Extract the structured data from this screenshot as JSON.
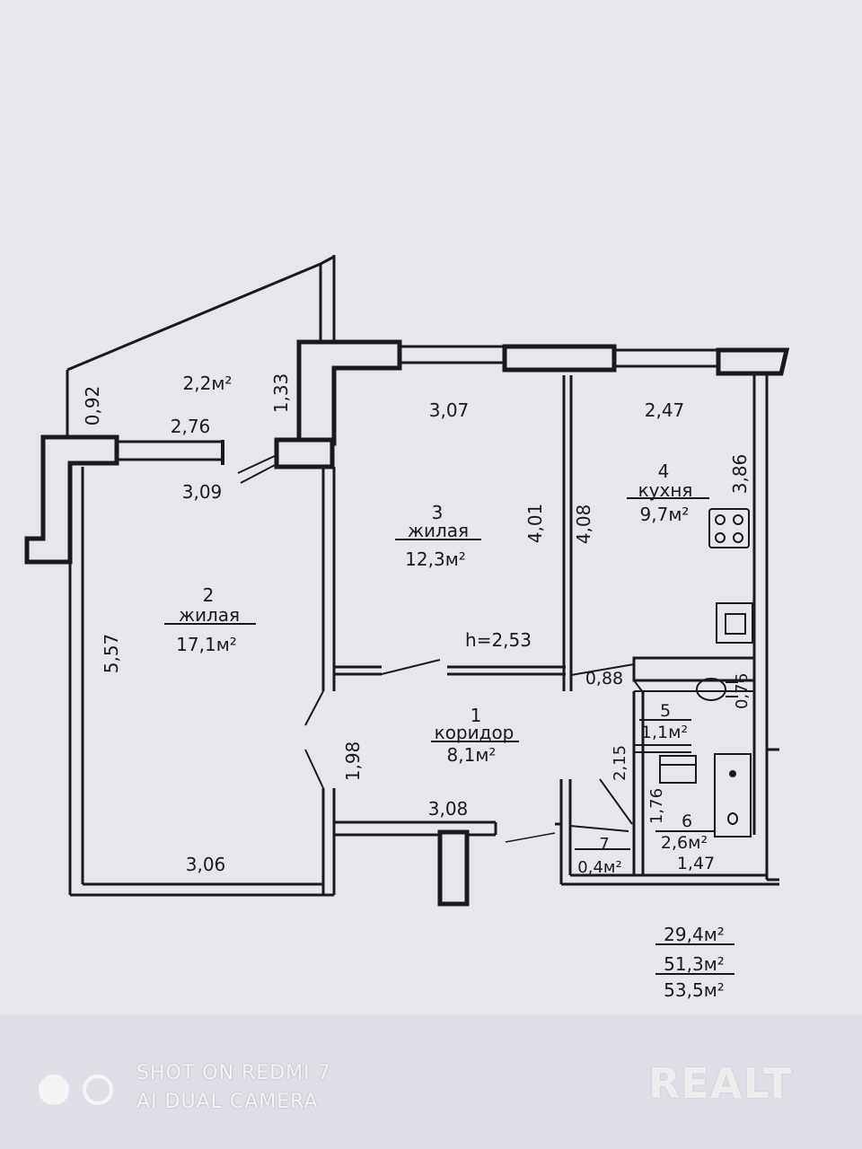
{
  "rooms": [
    {
      "num": "1",
      "name": "коридор",
      "area": "8,1м²"
    },
    {
      "num": "2",
      "name": "жилая",
      "area": "17,1м²"
    },
    {
      "num": "3",
      "name": "жилая",
      "area": "12,3м²"
    },
    {
      "num": "4",
      "name": "кухня",
      "area": "9,7м²"
    },
    {
      "num": "5",
      "area": "1,1м²"
    },
    {
      "num": "6",
      "area": "2,6м²"
    },
    {
      "num": "7",
      "area": "0,4м²"
    }
  ],
  "balcony_area": "2,2м²",
  "ceiling_height": "h=2,53",
  "dimensions": {
    "d092": "0,92",
    "d276": "2,76",
    "d133": "1,33",
    "d309": "3,09",
    "d307": "3,07",
    "d247": "2,47",
    "d386": "3,86",
    "d401": "4,01",
    "d408": "4,08",
    "d557": "5,57",
    "d198": "1,98",
    "d308": "3,08",
    "d306": "3,06",
    "d088": "0,88",
    "d076": "0,76",
    "d215": "2,15",
    "d176": "1,76",
    "d147": "1,47"
  },
  "totals": {
    "living": "29,4м²",
    "total": "51,3м²",
    "with_balcony": "53,5м²"
  },
  "watermark": {
    "line1": "SHOT ON REDMI 7",
    "line2": "AI DUAL CAMERA",
    "logo": "REALT"
  },
  "colors": {
    "paper": "#e6e7ec",
    "ink": "#1a1a1a"
  }
}
